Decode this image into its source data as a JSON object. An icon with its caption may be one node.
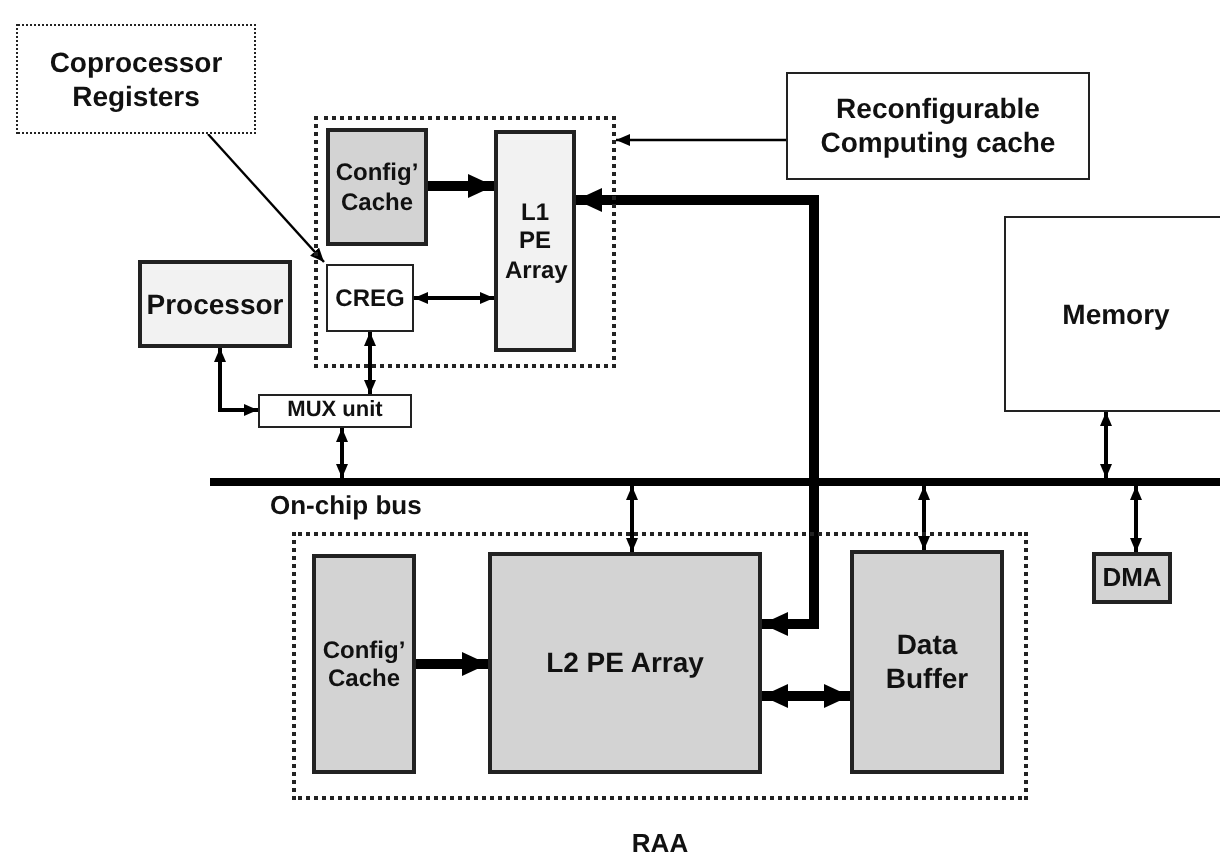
{
  "diagram": {
    "nodes": [
      {
        "text": [
          "Coprocessor Registers"
        ]
      },
      {
        "text": [],
        "shape": "box"
      },
      {
        "text": [
          "Config’ Cache"
        ],
        "in": 1
      },
      {
        "text": [
          "L1 PE Array"
        ],
        "in": 1
      },
      {
        "text": [
          "CREG"
        ],
        "in": 1
      },
      {
        "text": [
          "Processor"
        ]
      },
      {
        "text": [
          "MUX unit"
        ]
      },
      {
        "text": [
          "Reconfigurable Computing cache"
        ]
      },
      {
        "text": [
          "Memory"
        ]
      },
      {
        "text": [
          "On-chip bus"
        ]
      },
      {
        "text": [
          "RAA"
        ]
      },
      {
        "text": [
          "Config’ Cache"
        ],
        "in": 10
      },
      {
        "text": [
          "L2 PE Array"
        ],
        "in": 10
      },
      {
        "text": [
          "Data Buffer"
        ],
        "in": 10
      },
      {
        "text": [
          "DMA"
        ]
      }
    ],
    "edges": [
      {
        "from": 0,
        "to": 4,
        "arrow": "to"
      },
      {
        "from": 2,
        "to": 3,
        "arrow": "to",
        "style": "thick"
      },
      {
        "from": 4,
        "to": 3,
        "arrow": "both"
      },
      {
        "from": 7,
        "to": 1,
        "arrow": "to"
      },
      {
        "from": 12,
        "to": 3,
        "arrow": "both",
        "style": "thick"
      },
      {
        "from": 5,
        "to": 6,
        "arrow": "both"
      },
      {
        "from": 4,
        "to": 6,
        "arrow": "both"
      },
      {
        "from": 6,
        "to": 9,
        "arrow": "both"
      },
      {
        "from": 9,
        "to": 12,
        "arrow": "both"
      },
      {
        "from": 9,
        "to": 13,
        "arrow": "both"
      },
      {
        "from": 8,
        "to": 9,
        "arrow": "both"
      },
      {
        "from": 9,
        "to": 14,
        "arrow": "both"
      },
      {
        "from": 11,
        "to": 12,
        "arrow": "to",
        "style": "thick"
      },
      {
        "from": 12,
        "to": 13,
        "arrow": "both",
        "style": "thick"
      }
    ]
  }
}
